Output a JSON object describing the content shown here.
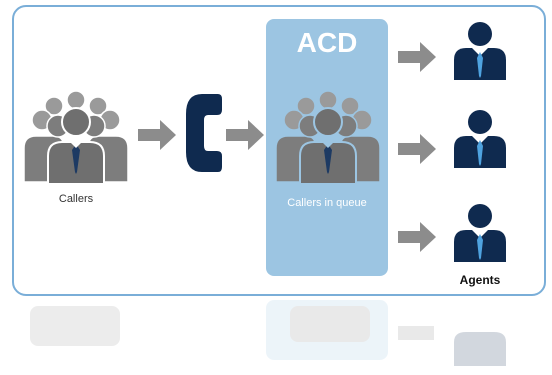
{
  "labels": {
    "acd": "ACD",
    "callers": "Callers",
    "queue": "Callers in queue",
    "agents": "Agents"
  },
  "icons": {
    "callers": "group-of-people-icon",
    "phone": "telephone-handset-icon",
    "queue": "group-of-people-icon",
    "agent": "agent-person-icon",
    "arrow": "arrow-right-icon"
  },
  "colors": {
    "frame_border": "#7aaed8",
    "queue_box": "#9cc5e2",
    "arrow": "#8c8c8c",
    "people_gray": "#6f6f6f",
    "agent_navy": "#0f2a4f",
    "tie_blue": "#4fa3e0"
  }
}
